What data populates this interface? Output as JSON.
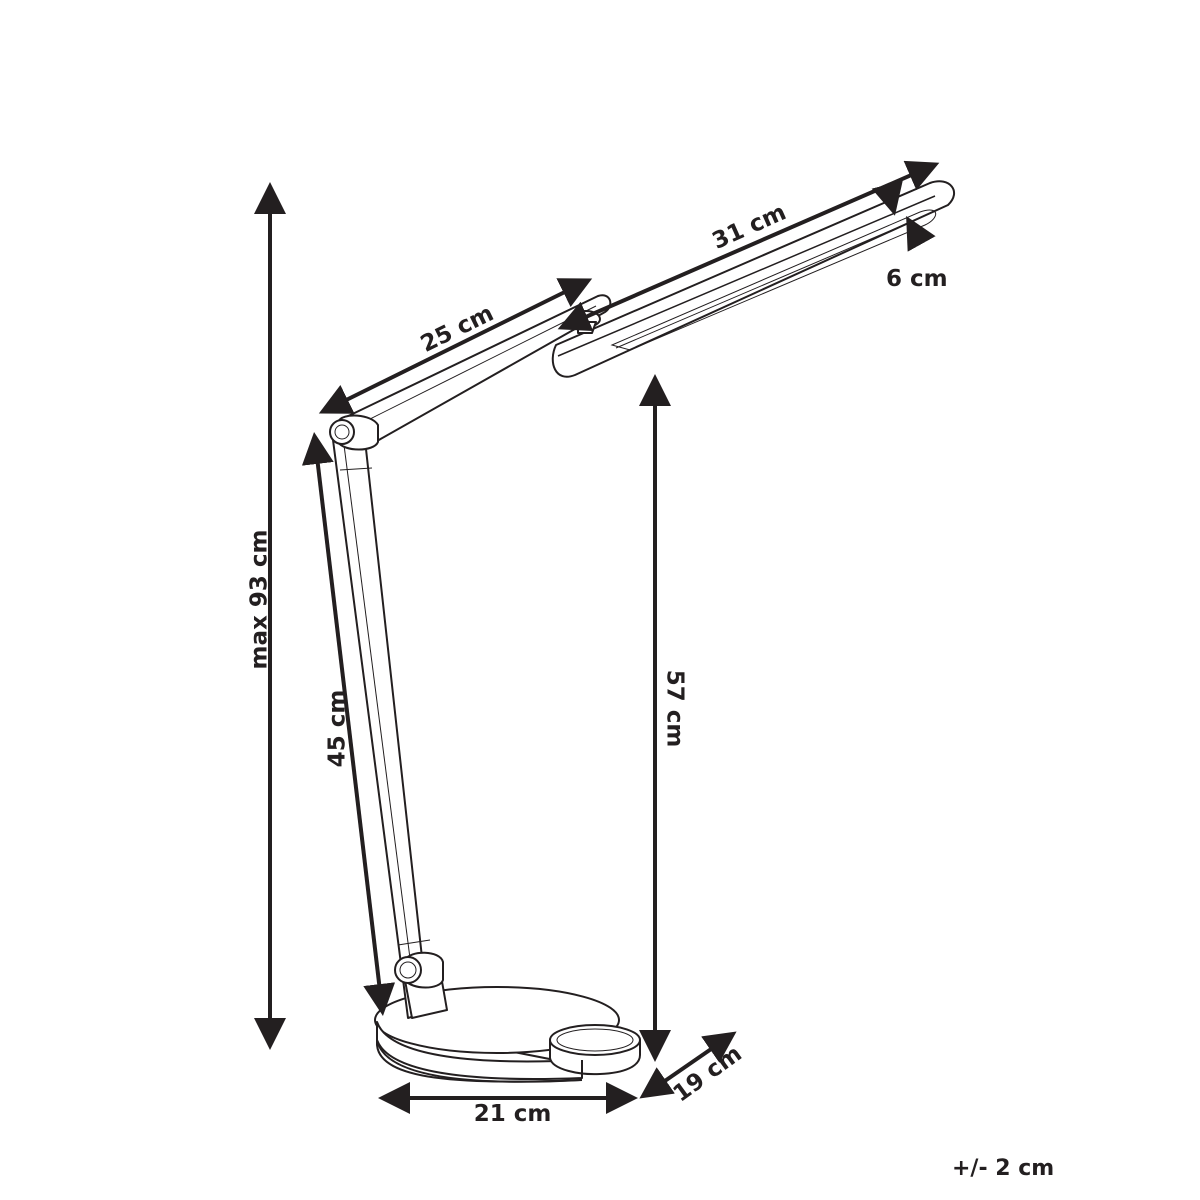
{
  "diagram": {
    "subject": "LED desk lamp dimension drawing",
    "line_color": "#231f20",
    "background": "#ffffff",
    "dimensions": {
      "max_height": "max 93 cm",
      "lower_arm": "45 cm",
      "upper_arm": "25 cm",
      "head_length": "31 cm",
      "head_width": "6 cm",
      "head_height_from_base": "57 cm",
      "base_width": "21 cm",
      "base_depth": "19 cm"
    },
    "tolerance": "+/- 2 cm"
  }
}
